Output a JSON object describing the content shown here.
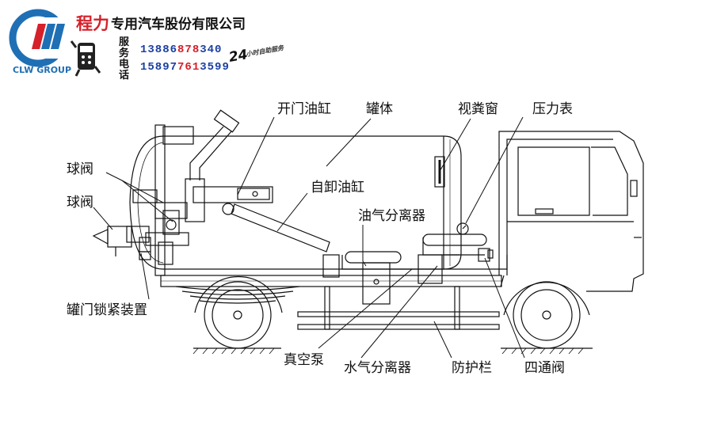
{
  "header": {
    "logo_text": "CLW GROUP",
    "brand_red": "程力",
    "brand_rest": "专用汽车股份有限公司",
    "service_chars": [
      "服",
      "务",
      "电",
      "话"
    ],
    "phones": [
      {
        "a": "13886",
        "b": "878",
        "c": "340"
      },
      {
        "a": "15897",
        "b": "761",
        "c": "3599"
      }
    ],
    "hours_big": "24",
    "hours_small": "小时自助服务"
  },
  "labels": {
    "open_door_cylinder": "开门油缸",
    "tank_body": "罐体",
    "sight_window": "视粪窗",
    "pressure_gauge": "压力表",
    "ball_valve_1": "球阀",
    "ball_valve_2": "球阀",
    "dump_cylinder": "自卸油缸",
    "oil_gas_separator": "油气分离器",
    "door_lock_device": "罐门锁紧装置",
    "vacuum_pump": "真空泵",
    "water_gas_separator": "水气分离器",
    "guard_rail": "防护栏",
    "four_way_valve": "四通阀"
  },
  "colors": {
    "brand_red": "#d6202a",
    "logo_blue": "#1f6fb5",
    "line": "#111111"
  }
}
